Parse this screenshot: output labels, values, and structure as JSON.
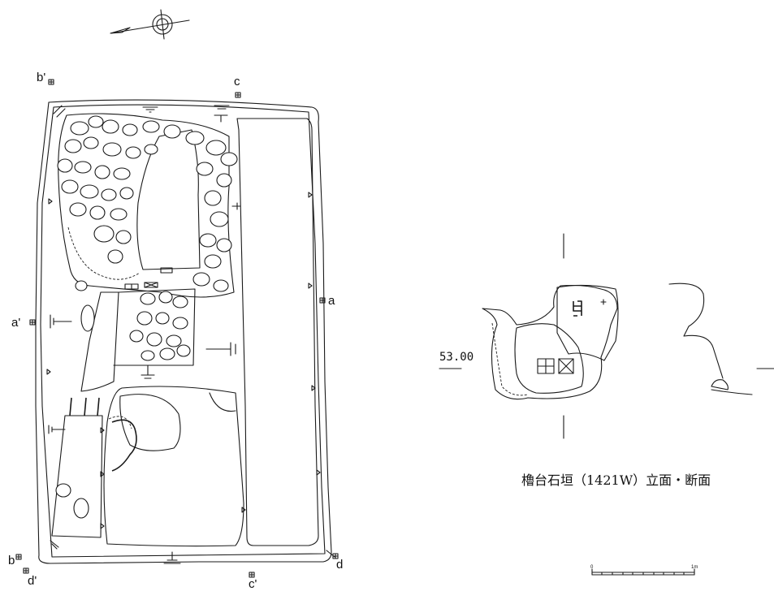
{
  "plan": {
    "points": {
      "b_prime_top": "b'",
      "c_top": "c",
      "a_right": "a",
      "a_prime_left": "a'",
      "b_bottom": "b",
      "d_prime_bottom": "d'",
      "c_prime_bottom": "c'",
      "d_bottom": "d"
    }
  },
  "section": {
    "elevation": "53.00",
    "caption": "櫓台石垣（1421W）立面・断面"
  },
  "scale": {
    "start": "0",
    "end": "1m"
  }
}
